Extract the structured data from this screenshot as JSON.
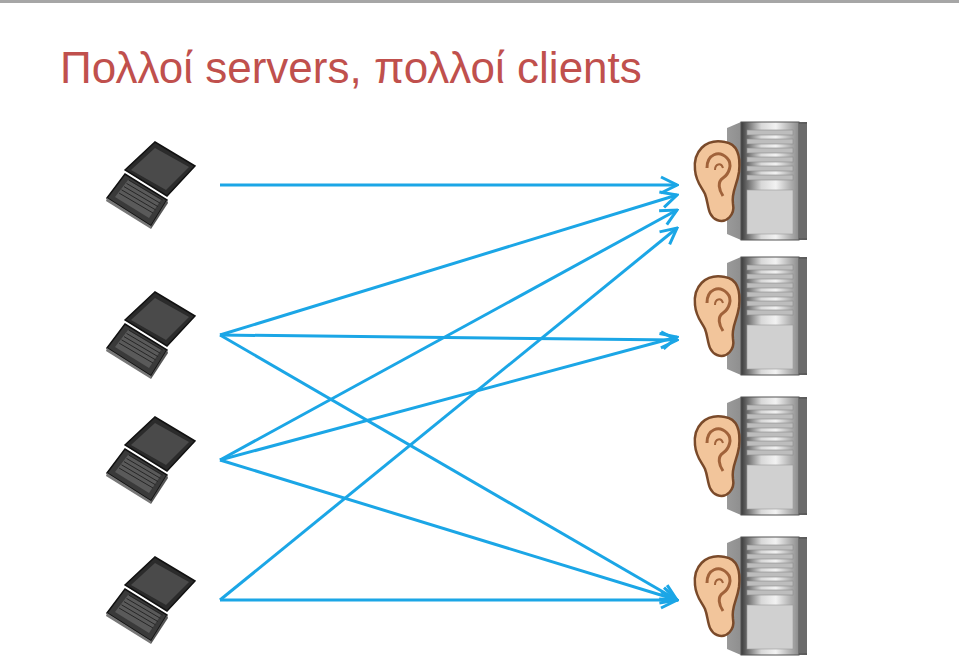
{
  "diagram": {
    "title": "Πολλοί servers, πολλοί clients",
    "nodes": [
      {
        "text": []
      },
      {
        "text": []
      },
      {
        "text": []
      },
      {
        "text": []
      },
      {
        "text": []
      },
      {
        "text": []
      },
      {
        "text": []
      },
      {
        "text": []
      }
    ],
    "edges": [
      {
        "from": 0,
        "to": 4,
        "arrow": "to"
      },
      {
        "from": 1,
        "to": 4,
        "arrow": "to"
      },
      {
        "from": 1,
        "to": 5,
        "arrow": "to"
      },
      {
        "from": 1,
        "to": 7,
        "arrow": "to"
      },
      {
        "from": 2,
        "to": 4,
        "arrow": "to"
      },
      {
        "from": 2,
        "to": 5,
        "arrow": "to"
      },
      {
        "from": 2,
        "to": 7,
        "arrow": "to"
      },
      {
        "from": 3,
        "to": 4,
        "arrow": "to"
      },
      {
        "from": 3,
        "to": 7,
        "arrow": "to"
      }
    ]
  }
}
